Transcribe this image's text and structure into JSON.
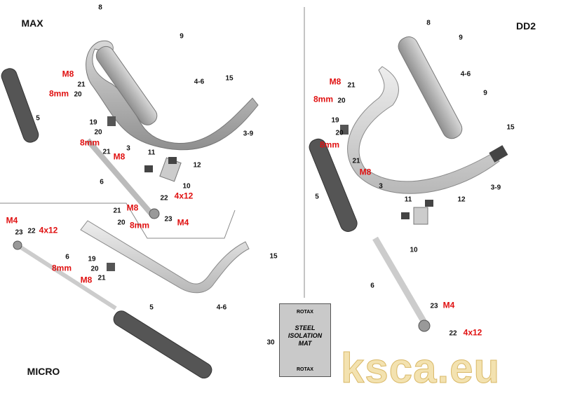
{
  "max": {
    "title": "MAX",
    "labels": [
      "8",
      "9",
      "4-6",
      "15",
      "M8",
      "21",
      "8mm",
      "20",
      "5",
      "19",
      "3-9",
      "20",
      "8mm",
      "3",
      "21",
      "M8",
      "11",
      "12",
      "6",
      "10",
      "22",
      "4x12",
      "M8",
      "21",
      "20",
      "8mm",
      "23",
      "M4",
      "15"
    ]
  },
  "dd2": {
    "title": "DD2",
    "labels": [
      "8",
      "9",
      "4-6",
      "9",
      "15",
      "M8",
      "21",
      "8mm",
      "20",
      "19",
      "20",
      "8mm",
      "21",
      "M8",
      "3",
      "3-9",
      "5",
      "11",
      "12",
      "10",
      "6",
      "23",
      "M4",
      "22",
      "4x12"
    ]
  },
  "micro": {
    "title": "MICRO",
    "labels": [
      "M4",
      "23",
      "22",
      "4x12",
      "6",
      "19",
      "8mm",
      "20",
      "M8",
      "21",
      "5",
      "4-6"
    ]
  },
  "mat": {
    "number": "30",
    "brand": "ROTAX",
    "text_lines": [
      "STEEL",
      "ISOLATION",
      "MAT"
    ]
  },
  "watermark": "ksca.eu",
  "colors": {
    "part_grey": "#a9a9a9",
    "dark_grey": "#5a5a5a",
    "label_red": "#e01010",
    "watermark": "#f3e2b0"
  }
}
